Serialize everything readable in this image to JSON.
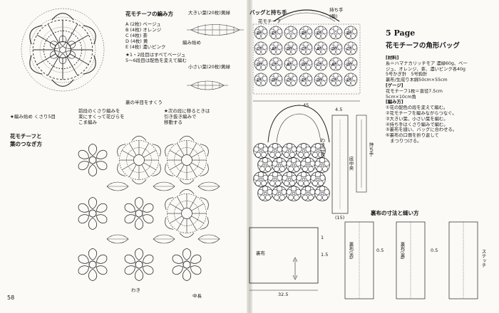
{
  "left": {
    "motif_heading": "花モチーフの編み方",
    "color_list": [
      "A (2枚) ベージュ",
      "B (4枚) オレンジ",
      "C (4枚) 茶",
      "D (4枚) 黄",
      "E (4枚) 濃いピンク"
    ],
    "color_note": [
      "★1・2段目はすべてベージュ",
      "5～6段目は配色を変えて編む"
    ],
    "large_leaf": "大きい葉(20枚)黄緑",
    "small_leaf": "小さい葉(20枚)黄緑",
    "leaf_start": "編み始め",
    "scallop_note": "裏の半目をすくう",
    "legend_left": "★編み始め くさり5目",
    "legend_mid": [
      "前段のくさり編みを",
      "束にすくって花びらを",
      "こま編み"
    ],
    "legend_right": [
      "★次の段に移るときは",
      "引き抜き編みで",
      "移動する"
    ],
    "joining_heading": [
      "花モチーフと",
      "葉のつなぎ方"
    ],
    "label_leaf": "中長",
    "label_edge": "わき",
    "page_number": "58"
  },
  "right": {
    "bag_heading": "バッグと持ち手",
    "handle_label": "持ち手",
    "handle_sub": "(鎖)",
    "handle_top": "花モチーフ",
    "width_label": "45",
    "grid_row1": [
      "B*",
      "E*",
      "",
      "B*",
      "E*",
      "",
      "B*"
    ],
    "grid_row2": [
      "C*",
      "A*",
      "D*",
      "C*",
      "A*",
      "D*",
      "C*"
    ],
    "grid_row3": [
      "D*",
      "C*",
      "A*",
      "D*",
      "C*",
      "A*",
      "D*"
    ],
    "grid_row4": [
      "E*",
      "D*",
      "C*",
      "E*",
      "D*",
      "C*",
      "E*"
    ],
    "lining_label": "裏布",
    "page_head": "5 Page",
    "page_title": "花モチーフの角形バッグ",
    "instructions": [
      {
        "text": "[材料]",
        "bold": true
      },
      {
        "text": "糸＝ハマナカリッチモア 濃緑60g、ベー",
        "bold": false
      },
      {
        "text": "ジュ、オレンジ、茶、濃いピンク各40g",
        "bold": false
      },
      {
        "text": "5号かぎ針　5号鉤針",
        "bold": false
      },
      {
        "text": "裏布/生成り木綿50cm×55cm",
        "bold": false
      },
      {
        "text": "[ゲージ]",
        "bold": true
      },
      {
        "text": "花モチーフ1枚＝直径7.5cm",
        "bold": false
      },
      {
        "text": "5cm×10cm角",
        "bold": false
      },
      {
        "text": "[編み方]",
        "bold": true
      },
      {
        "text": "①花の配色の段を変えて編む。",
        "bold": false
      },
      {
        "text": "②花モチーフを編みながらつなぐ。",
        "bold": false
      },
      {
        "text": "③大きい葉、小さい葉を編む。",
        "bold": false
      },
      {
        "text": "④持ち手はくさり編みで編む。",
        "bold": false
      },
      {
        "text": "⑤裏布を縫い、バッグに合わせる。",
        "bold": false
      },
      {
        "text": "⑥裏布の口側を折り返して",
        "bold": false
      },
      {
        "text": "　まつりつける。",
        "bold": false
      }
    ],
    "side_labels": [
      "わき(1枚)",
      "底中央",
      "持ち手"
    ],
    "dim_45": "4.5",
    "dim_15": "(15)",
    "lining_heading": "裏布の寸法と縫い方",
    "lining_dims": [
      "32.5",
      "1.5",
      "1"
    ],
    "sew_labels": [
      "裏布(表)",
      "裏布(裏)",
      "0.5",
      "0.5",
      "ステッチ"
    ]
  }
}
